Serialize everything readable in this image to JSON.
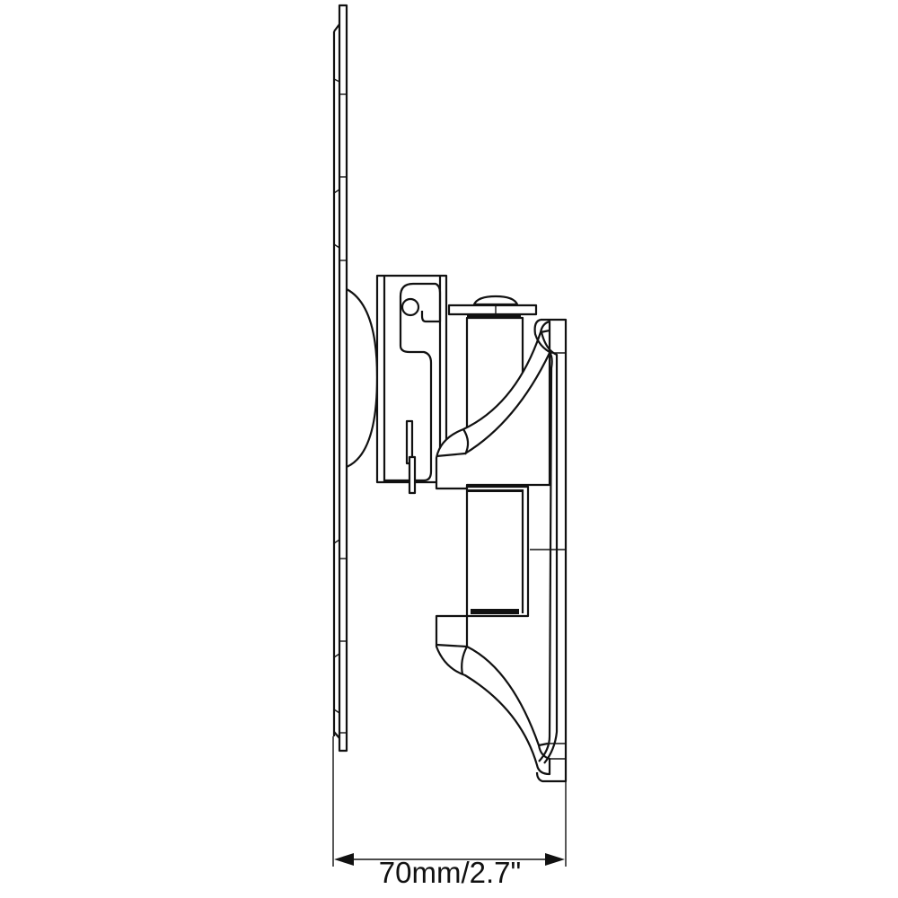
{
  "diagram": {
    "subject": "TV wall mount side profile (line drawing)",
    "dimension": {
      "label": "70mm/2.7\"",
      "orientation": "horizontal",
      "from": "TV plate back face",
      "to": "wall plate back face"
    },
    "colors": {
      "line": "#111111",
      "background": "#ffffff"
    }
  }
}
